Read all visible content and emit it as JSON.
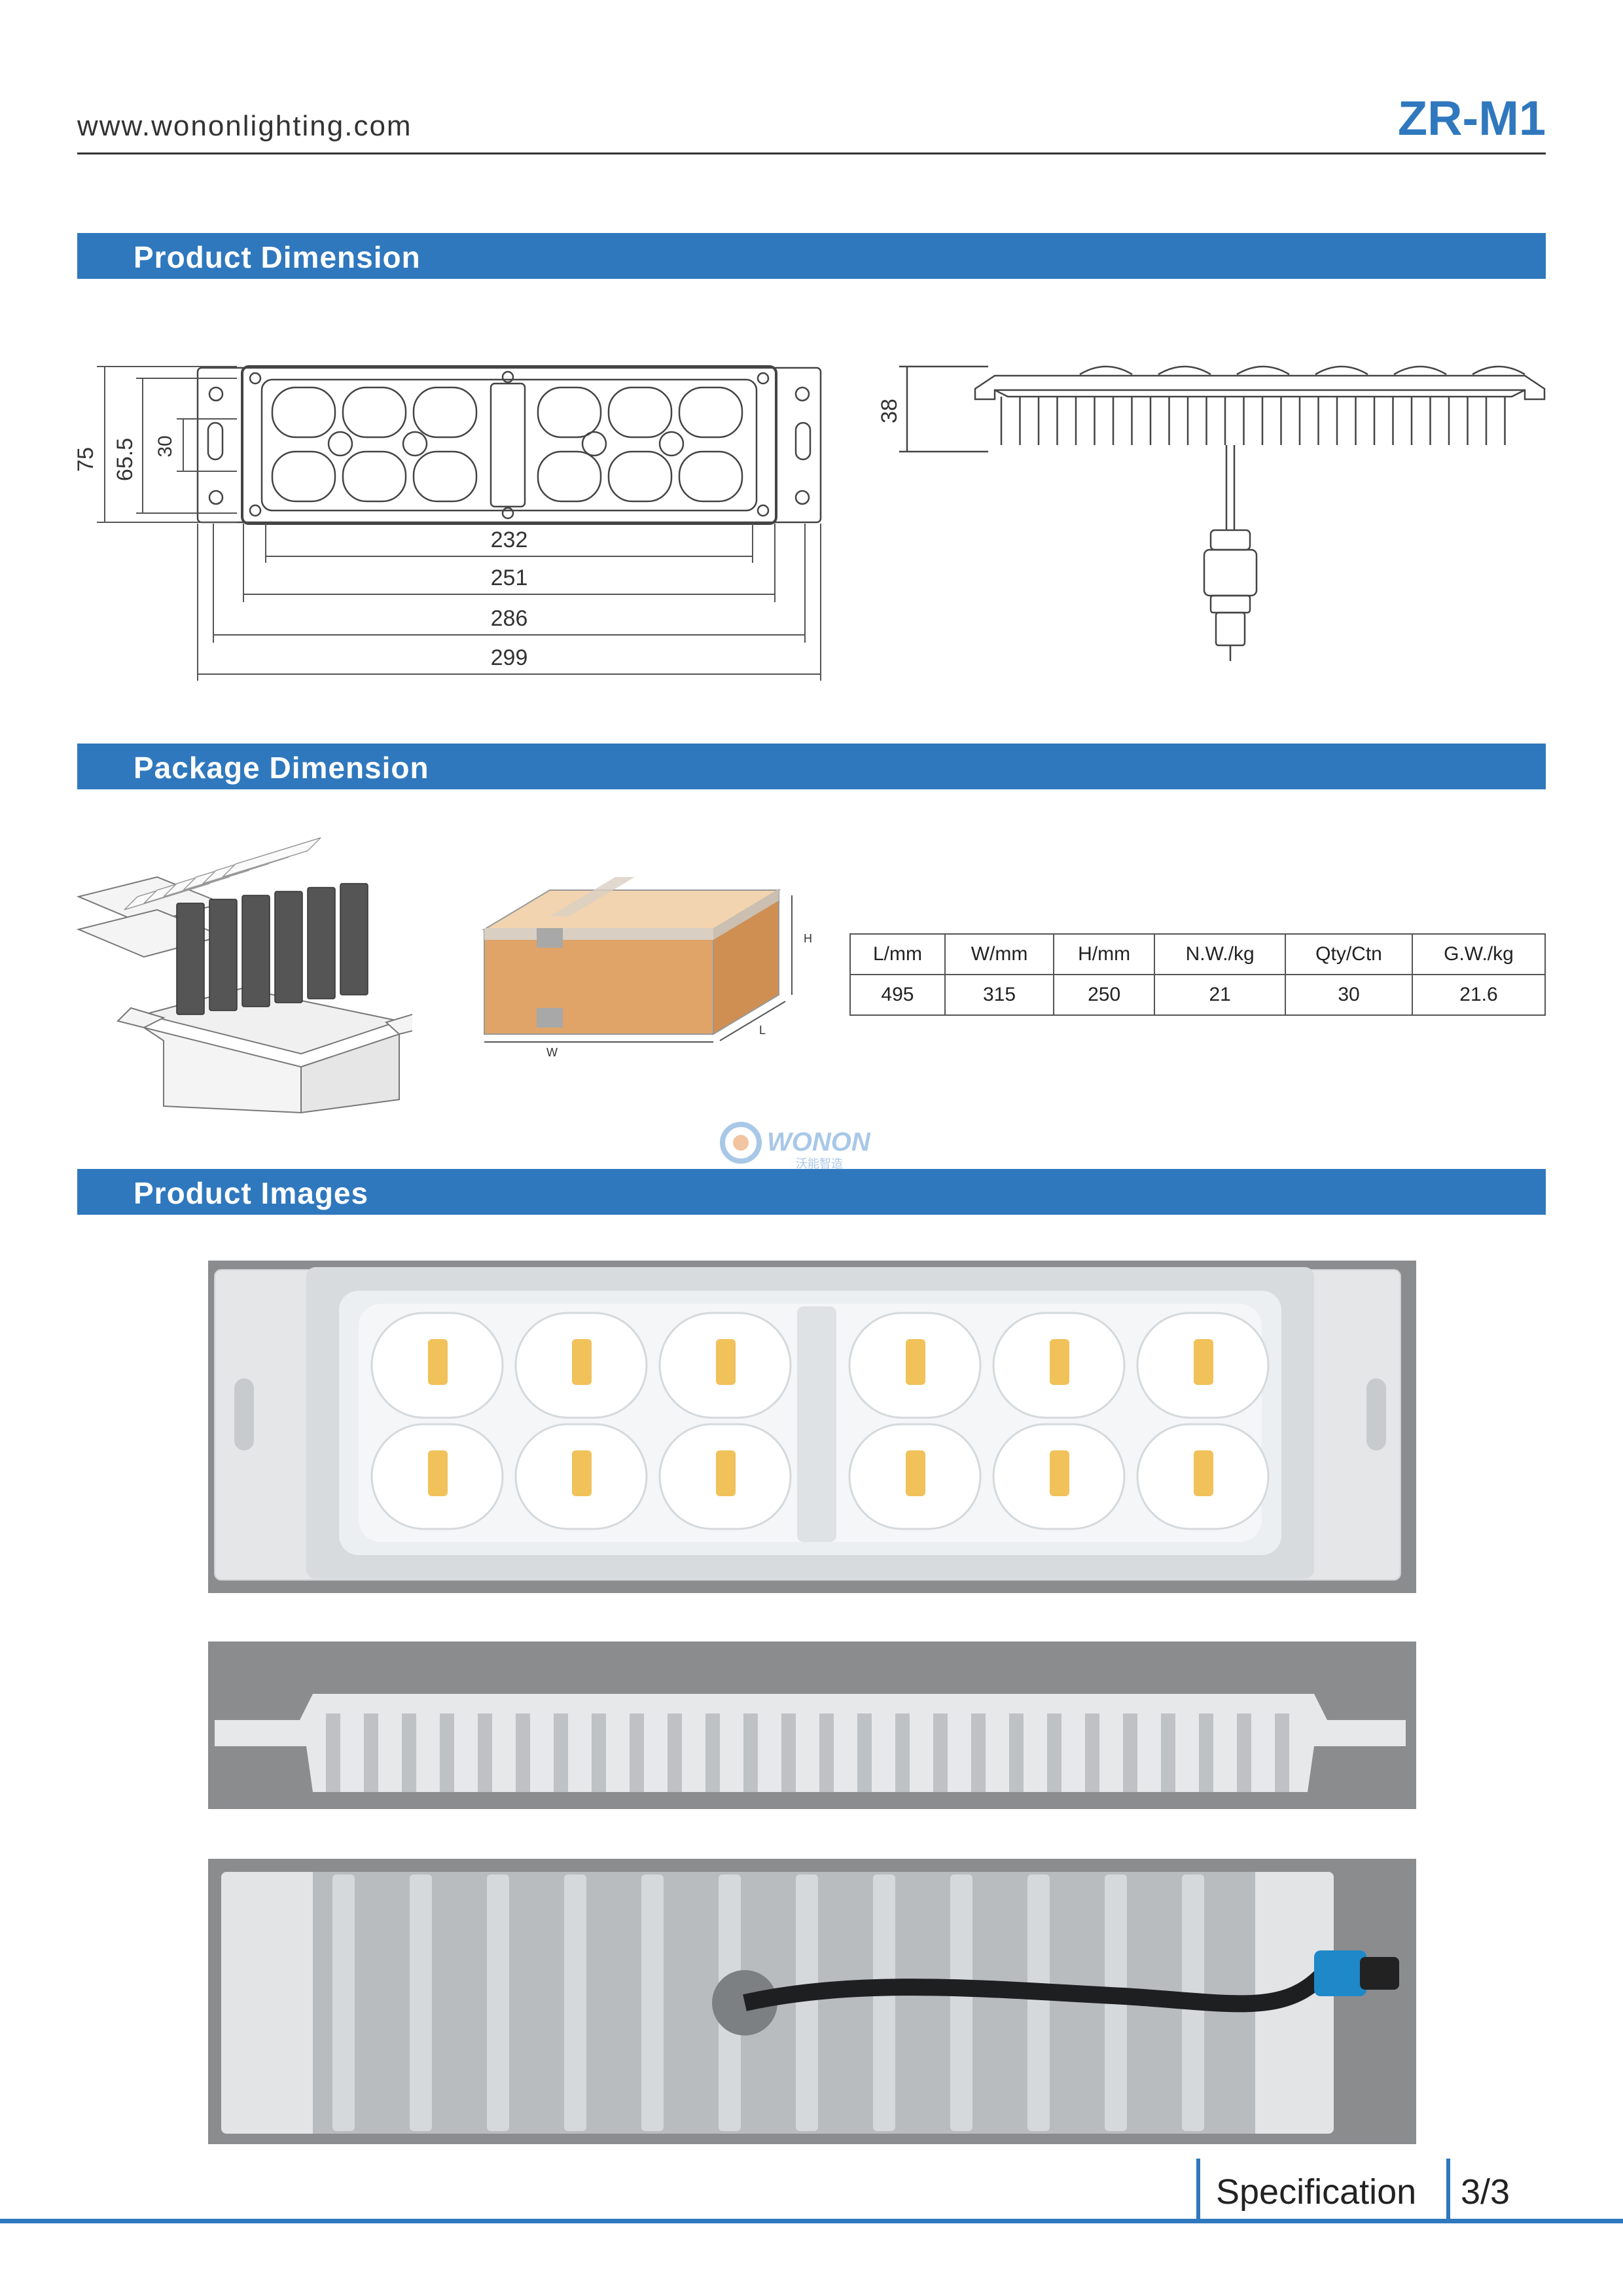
{
  "header": {
    "website": "www.wononlighting.com",
    "model": "ZR-M1"
  },
  "sections": {
    "product_dimension": "Product Dimension",
    "package_dimension": "Package Dimension",
    "product_images": "Product Images"
  },
  "dimensions": {
    "height_total": "75",
    "height_inner": "65.5",
    "height_small": "30",
    "width_232": "232",
    "width_251": "251",
    "width_286": "286",
    "width_299": "299",
    "side_height": "38"
  },
  "box_labels": {
    "h": "H",
    "w": "W",
    "l": "L"
  },
  "package_table": {
    "headers": [
      "L/mm",
      "W/mm",
      "H/mm",
      "N.W./kg",
      "Qty/Ctn",
      "G.W./kg"
    ],
    "values": [
      "495",
      "315",
      "250",
      "21",
      "30",
      "21.6"
    ]
  },
  "watermark": {
    "brand": "WONON",
    "sub": "沃能智造"
  },
  "footer": {
    "label": "Specification",
    "page": "3/3"
  },
  "colors": {
    "accent": "#2f78be",
    "carton": "#e0a468"
  }
}
